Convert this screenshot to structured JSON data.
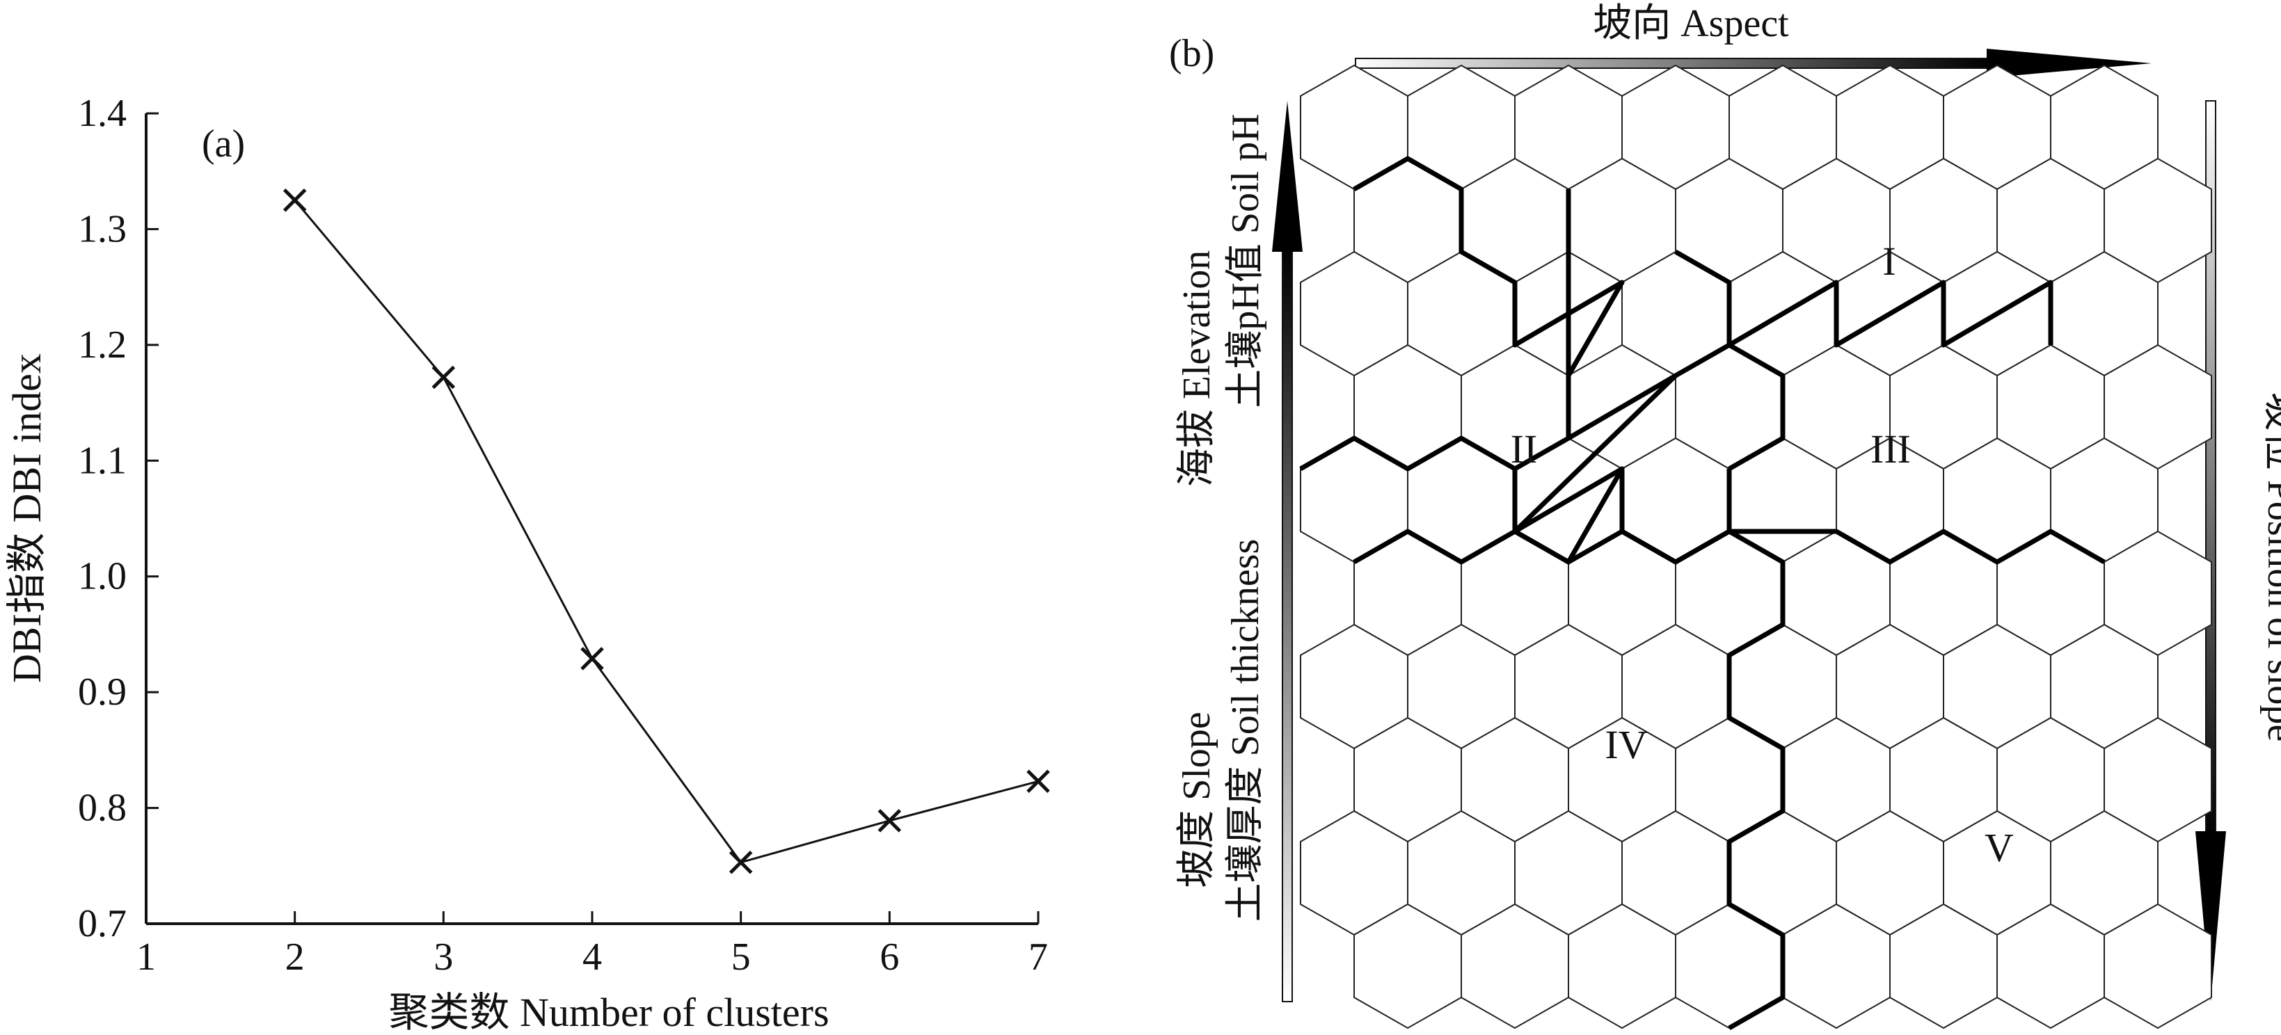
{
  "chart_data": [
    {
      "panel": "(a)",
      "type": "line",
      "ylabel": "DBI指数 DBI index",
      "xlabel": "聚类数 Number of clusters",
      "xlim": [
        1,
        7
      ],
      "ylim": [
        0.7,
        1.4
      ],
      "x_ticks": [
        "1",
        "2",
        "3",
        "4",
        "5",
        "6",
        "7"
      ],
      "y_ticks": [
        "0.7",
        "0.8",
        "0.9",
        "1.0",
        "1.1",
        "1.2",
        "1.3",
        "1.4"
      ],
      "grid": false,
      "marker": "x",
      "x": [
        2,
        3,
        4,
        5,
        6,
        7
      ],
      "y": [
        1.325,
        1.172,
        0.929,
        0.753,
        0.789,
        0.823
      ]
    },
    {
      "panel": "(b)",
      "type": "diagram",
      "rows": 10,
      "cols": 8,
      "top_arrow": "坡向 Aspect",
      "left_arrow_top": [
        "海拔 Elevation",
        "土壤pH值 Soil pH"
      ],
      "left_arrow_bottom": [
        "坡度 Slope",
        "土壤厚度 Soil thickness"
      ],
      "right_arrow": "坡位 Position of slope",
      "regions": [
        "I",
        "II",
        "III",
        "IV",
        "V"
      ]
    }
  ]
}
